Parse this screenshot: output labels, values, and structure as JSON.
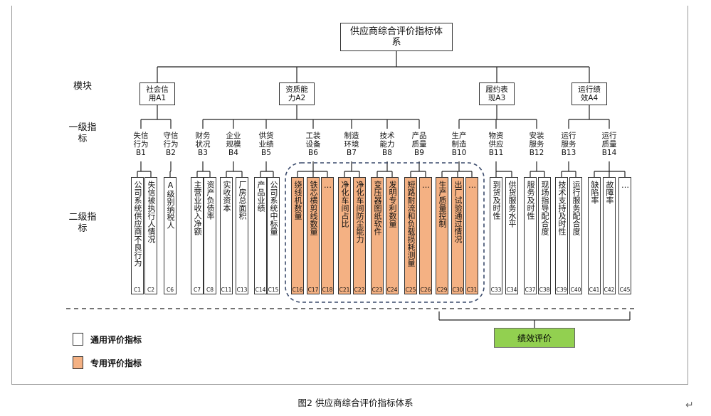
{
  "root": {
    "text": "供应商综合评价指标体系"
  },
  "row_labels": {
    "module": "模块",
    "level1": "一级指标",
    "level2": "二级指标"
  },
  "modules": [
    {
      "text": "社会信用A1"
    },
    {
      "text": "资质能力A2"
    },
    {
      "text": "履约表现A3"
    },
    {
      "text": "运行绩效A4"
    }
  ],
  "level1": [
    {
      "text": "失信行为B1"
    },
    {
      "text": "守信行为B2"
    },
    {
      "text": "财务状况B3"
    },
    {
      "text": "企业规模B4"
    },
    {
      "text": "供货业绩B5"
    },
    {
      "text": "工装设备B6"
    },
    {
      "text": "制造环境B7"
    },
    {
      "text": "技术能力B8"
    },
    {
      "text": "产品质量B9"
    },
    {
      "text": "生产制造B10"
    },
    {
      "text": "物资供应B11"
    },
    {
      "text": "安装服务B12"
    },
    {
      "text": "运行服务B13"
    },
    {
      "text": "运行质量B14"
    }
  ],
  "level2": [
    {
      "text": "公司系统供应商不良行为",
      "code": "C1",
      "special": false
    },
    {
      "text": "失信被执行人情况",
      "code": "C2",
      "special": false
    },
    {
      "text": "A级别纳税人",
      "code": "C6",
      "special": false
    },
    {
      "text": "主营业收入净额",
      "code": "C7",
      "special": false
    },
    {
      "text": "资产负债率",
      "code": "C8",
      "special": false
    },
    {
      "text": "实收资本",
      "code": "C11",
      "special": false
    },
    {
      "text": "厂房总面积",
      "code": "C13",
      "special": false
    },
    {
      "text": "产品业绩",
      "code": "C14",
      "special": false
    },
    {
      "text": "公司系统中标量",
      "code": "C15",
      "special": false
    },
    {
      "text": "绕线机数量",
      "code": "C16",
      "special": true
    },
    {
      "text": "铁芯横剪线数量",
      "code": "C17",
      "special": true
    },
    {
      "text": "…",
      "code": "C18",
      "special": true
    },
    {
      "text": "净化车间占比",
      "code": "C21",
      "special": true
    },
    {
      "text": "净化车间防尘能力",
      "code": "C22",
      "special": true
    },
    {
      "text": "变压器图纸软件",
      "code": "C23",
      "special": true
    },
    {
      "text": "发明专利数量",
      "code": "C24",
      "special": true
    },
    {
      "text": "短路耐流和负载损耗测量",
      "code": "C25",
      "special": true
    },
    {
      "text": "…",
      "code": "C26",
      "special": true
    },
    {
      "text": "生产质量控制",
      "code": "C29",
      "special": true
    },
    {
      "text": "出厂试验通过情况",
      "code": "C30",
      "special": true
    },
    {
      "text": "…",
      "code": "C31",
      "special": true
    },
    {
      "text": "到货及时性",
      "code": "C33",
      "special": false
    },
    {
      "text": "供货服务水平",
      "code": "C34",
      "special": false
    },
    {
      "text": "服务及时性",
      "code": "C37",
      "special": false
    },
    {
      "text": "现场指导配合度",
      "code": "C38",
      "special": false
    },
    {
      "text": "技术支持及时性",
      "code": "C39",
      "special": false
    },
    {
      "text": "运行服务配合度",
      "code": "C40",
      "special": false
    },
    {
      "text": "缺陷率",
      "code": "C41",
      "special": false
    },
    {
      "text": "故障率",
      "code": "C42",
      "special": false
    },
    {
      "text": "…",
      "code": "C45",
      "special": false
    }
  ],
  "legend": {
    "general": "通用评价指标",
    "special": "专用评价指标"
  },
  "performance_label": "绩效评价",
  "caption": "图2 供应商综合评价指标体系",
  "colors": {
    "special": "#f4b183",
    "performance": "#92d050",
    "general": "#ffffff"
  }
}
